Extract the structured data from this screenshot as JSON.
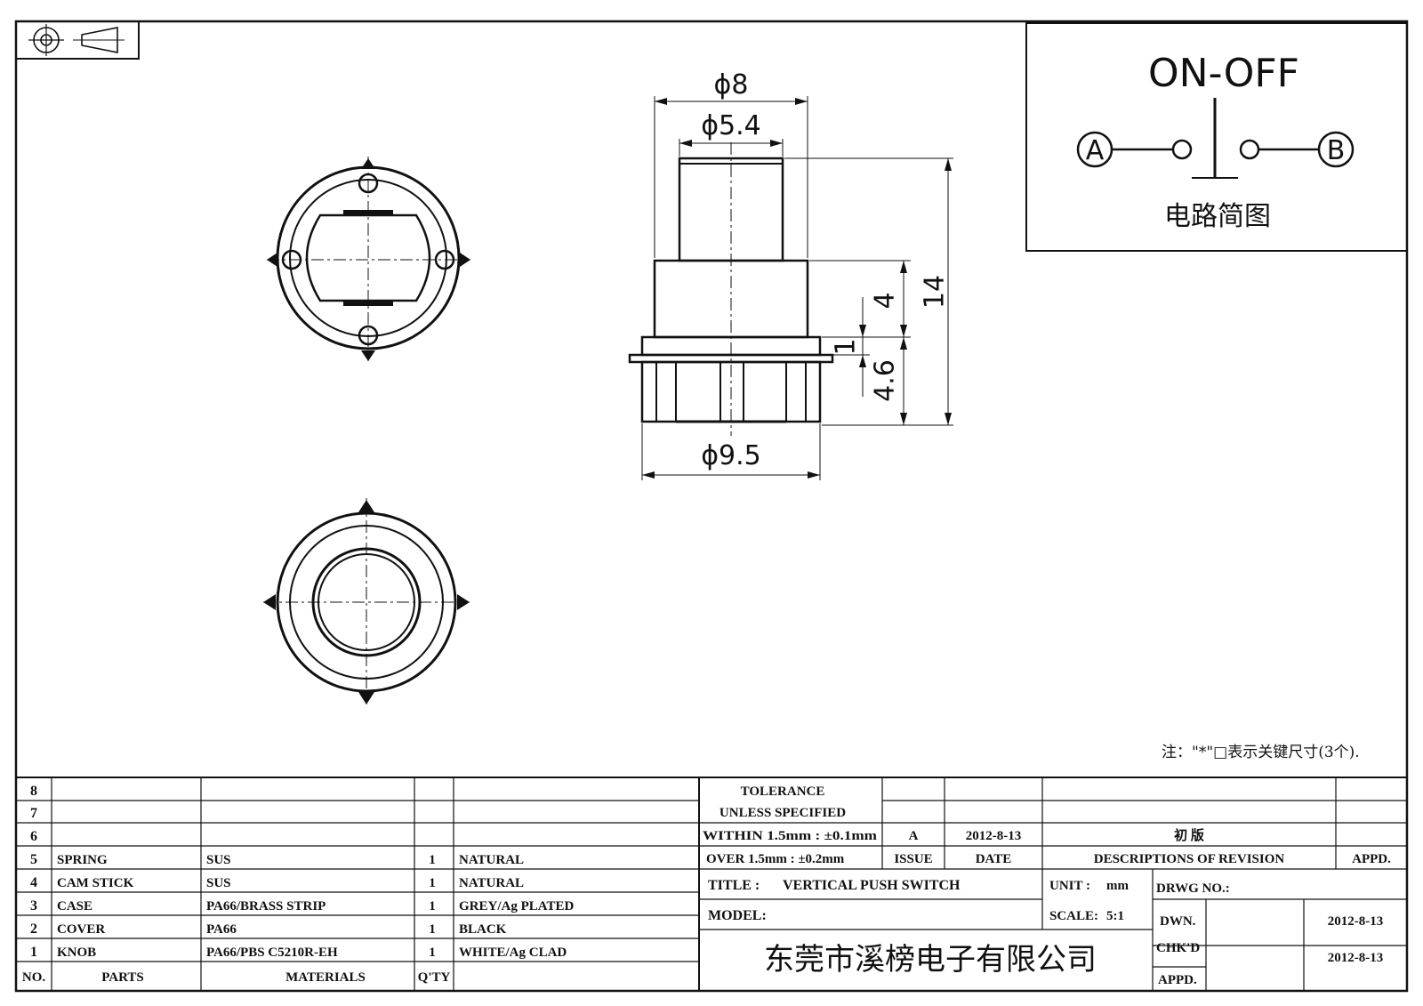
{
  "schematic": {
    "title": "ON-OFF",
    "terminal_a": "A",
    "terminal_b": "B",
    "caption": "电路简图"
  },
  "dimensions": {
    "d8": "ϕ8",
    "d5_4": "ϕ5.4",
    "d9_5": "ϕ9.5",
    "h14": "14",
    "h4": "4",
    "h1": "1",
    "h4_6": "4.6"
  },
  "note": "注：\"*\"□表示关键尺寸(3个).",
  "bom": {
    "header": {
      "no": "NO.",
      "parts": "PARTS",
      "materials": "MATERIALS",
      "qty": "Q'TY"
    },
    "rows": [
      {
        "no": "8",
        "part": "",
        "material": "",
        "qty": "",
        "finish": ""
      },
      {
        "no": "7",
        "part": "",
        "material": "",
        "qty": "",
        "finish": ""
      },
      {
        "no": "6",
        "part": "",
        "material": "",
        "qty": "",
        "finish": ""
      },
      {
        "no": "5",
        "part": "SPRING",
        "material": "SUS",
        "qty": "1",
        "finish": "NATURAL"
      },
      {
        "no": "4",
        "part": "CAM STICK",
        "material": "SUS",
        "qty": "1",
        "finish": "NATURAL"
      },
      {
        "no": "3",
        "part": "CASE",
        "material": "PA66/BRASS STRIP",
        "qty": "1",
        "finish": "GREY/Ag PLATED"
      },
      {
        "no": "2",
        "part": "COVER",
        "material": "PA66",
        "qty": "1",
        "finish": "BLACK"
      },
      {
        "no": "1",
        "part": "KNOB",
        "material": "PA66/PBS C5210R-EH",
        "qty": "1",
        "finish": "WHITE/Ag CLAD"
      }
    ]
  },
  "tolerance": {
    "line1": "TOLERANCE",
    "line2": "UNLESS SPECIFIED",
    "line3": "WITHIN 1.5mm : ±0.1mm",
    "line4": "OVER 1.5mm : ±0.2mm"
  },
  "revision": {
    "issue": "A",
    "date": "2012-8-13",
    "description": "初 版",
    "issue_label": "ISSUE",
    "date_label": "DATE",
    "desc_label": "DESCRIPTIONS OF REVISION",
    "appd_label": "APPD."
  },
  "title_block": {
    "title_label": "TITLE :",
    "title": "VERTICAL PUSH SWITCH",
    "unit_label": "UNIT :",
    "unit": "mm",
    "drwg_label": "DRWG NO.:",
    "model_label": "MODEL:",
    "scale_label": "SCALE:",
    "scale": "5:1",
    "dwn_label": "DWN.",
    "dwn_date": "2012-8-13",
    "chkd_label": "CHK'D",
    "chkd_date": "2012-8-13",
    "appd_label": "APPD.",
    "company": "东莞市溪榜电子有限公司"
  }
}
